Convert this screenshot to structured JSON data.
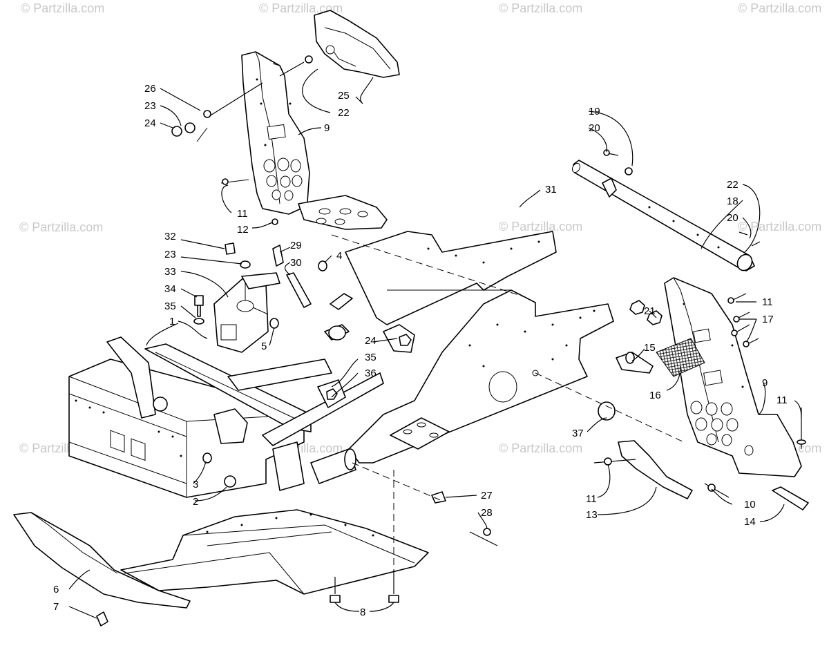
{
  "watermarks": [
    "© Partzilla.com",
    "© Partzilla.com",
    "© Partzilla.com",
    "© Partzilla.com",
    "© Partzilla.com",
    "© Partzilla.com",
    "© Partzilla.com",
    "© Partzilla.com",
    "© Partzilla.com",
    "© Partzilla.com",
    "© Partzilla.com"
  ],
  "callouts": {
    "c1": "1",
    "c2": "2",
    "c3": "3",
    "c4": "4",
    "c5": "5",
    "c6": "6",
    "c7": "7",
    "c8": "8",
    "c9a": "9",
    "c9b": "9",
    "c10": "10",
    "c11a": "11",
    "c11b": "11",
    "c11c": "11",
    "c11d": "11",
    "c12": "12",
    "c13": "13",
    "c14": "14",
    "c15": "15",
    "c16": "16",
    "c17": "17",
    "c18": "18",
    "c19": "19",
    "c20a": "20",
    "c20b": "20",
    "c21": "21",
    "c22a": "22",
    "c22b": "22",
    "c23a": "23",
    "c23b": "23",
    "c24a": "24",
    "c24b": "24",
    "c25": "25",
    "c26": "26",
    "c27": "27",
    "c28": "28",
    "c29": "29",
    "c30": "30",
    "c31": "31",
    "c32": "32",
    "c33": "33",
    "c34": "34",
    "c35a": "35",
    "c35b": "35",
    "c36": "36",
    "c37": "37"
  }
}
